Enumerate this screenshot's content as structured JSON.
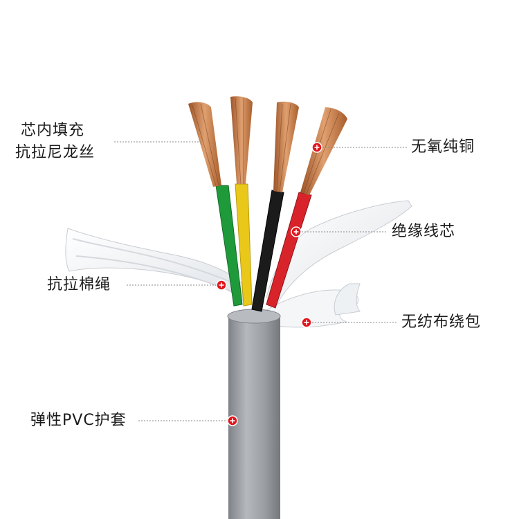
{
  "labels": {
    "filler": [
      "芯内填充",
      "抗拉尼龙丝"
    ],
    "copper": "无氧纯铜",
    "insulation": "绝缘线芯",
    "cotton_rope": "抗拉棉绳",
    "nonwoven_wrap": "无纺布绕包",
    "pvc_jacket": "弹性PVC护套"
  },
  "colors": {
    "green_core": "#1f9a3a",
    "yellow_core": "#e9c81a",
    "black_core": "#1b1b1b",
    "red_core": "#d9232a",
    "copper": "#c8773f",
    "jacket": "#9a9ea3",
    "marker": "#e0161c",
    "leader_line": "#888888"
  },
  "icons": {
    "marker": "plus-circle-marker"
  }
}
